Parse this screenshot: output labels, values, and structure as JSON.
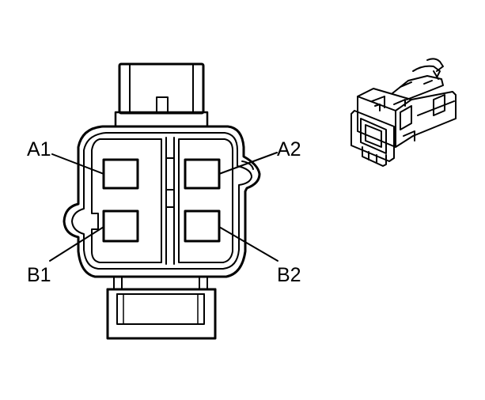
{
  "pin_labels": {
    "a1": "A1",
    "a2": "A2",
    "b1": "B1",
    "b2": "B2"
  },
  "stroke_color": "#000000",
  "background_color": "#ffffff"
}
